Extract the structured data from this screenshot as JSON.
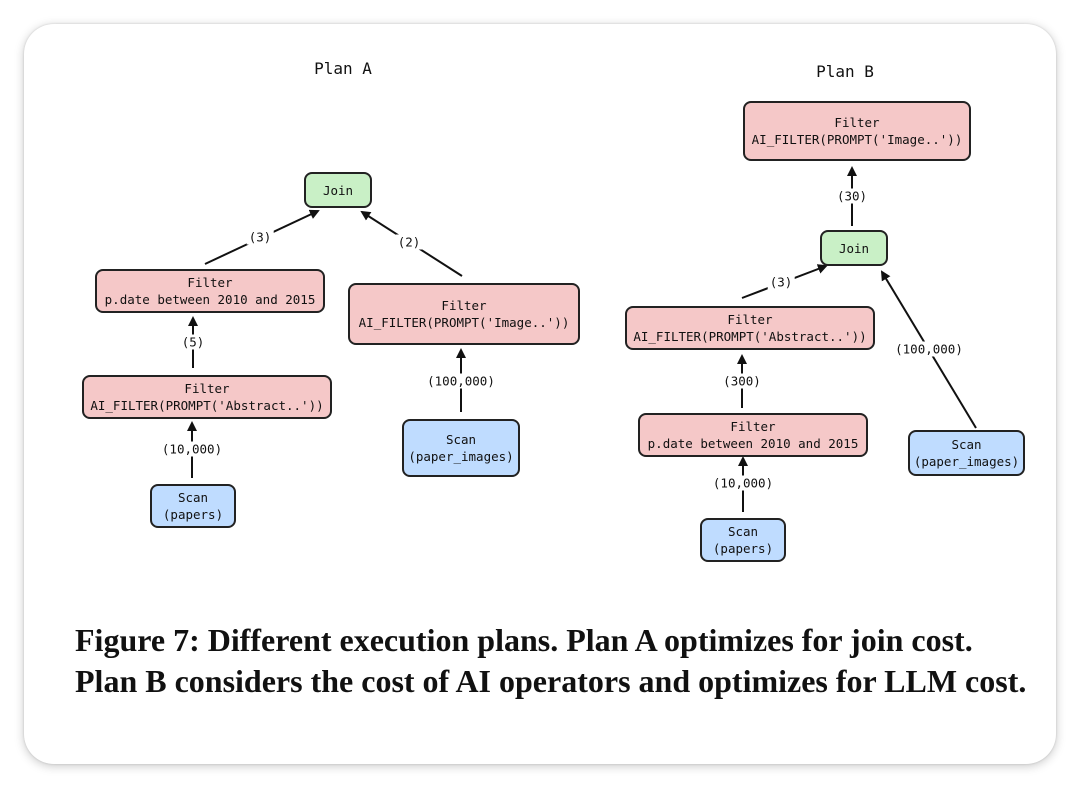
{
  "plan_a": {
    "title": "Plan A",
    "join": "Join",
    "filter_date": {
      "title": "Filter",
      "detail": "p.date between 2010 and 2015"
    },
    "filter_abstract": {
      "title": "Filter",
      "detail": "AI_FILTER(PROMPT('Abstract..'))"
    },
    "scan_papers": {
      "title": "Scan",
      "detail": "(papers)"
    },
    "filter_image": {
      "title": "Filter",
      "detail": "AI_FILTER(PROMPT('Image..'))"
    },
    "scan_images": {
      "title": "Scan",
      "detail": "(paper_images)"
    },
    "edge_labels": {
      "date_to_join": "(3)",
      "image_to_join": "(2)",
      "abstract_to_date": "(5)",
      "scan_to_abstract": "(10,000)",
      "scan_to_image": "(100,000)"
    }
  },
  "plan_b": {
    "title": "Plan B",
    "filter_image": {
      "title": "Filter",
      "detail": "AI_FILTER(PROMPT('Image..'))"
    },
    "join": "Join",
    "filter_abstract": {
      "title": "Filter",
      "detail": "AI_FILTER(PROMPT('Abstract..'))"
    },
    "filter_date": {
      "title": "Filter",
      "detail": "p.date between 2010 and 2015"
    },
    "scan_papers": {
      "title": "Scan",
      "detail": "(papers)"
    },
    "scan_images": {
      "title": "Scan",
      "detail": "(paper_images)"
    },
    "edge_labels": {
      "join_to_image": "(30)",
      "abstract_to_join": "(3)",
      "images_to_join": "(100,000)",
      "date_to_abstract": "(300)",
      "scan_to_date": "(10,000)"
    }
  },
  "caption": "Figure 7: Different execution plans. Plan A optimizes for join cost. Plan B considers the cost of AI operators and optimizes for LLM cost.",
  "colors": {
    "filter_fill": "#f5c8c8",
    "join_fill": "#c9f0c6",
    "scan_fill": "#bfdcff",
    "stroke": "#222222"
  }
}
